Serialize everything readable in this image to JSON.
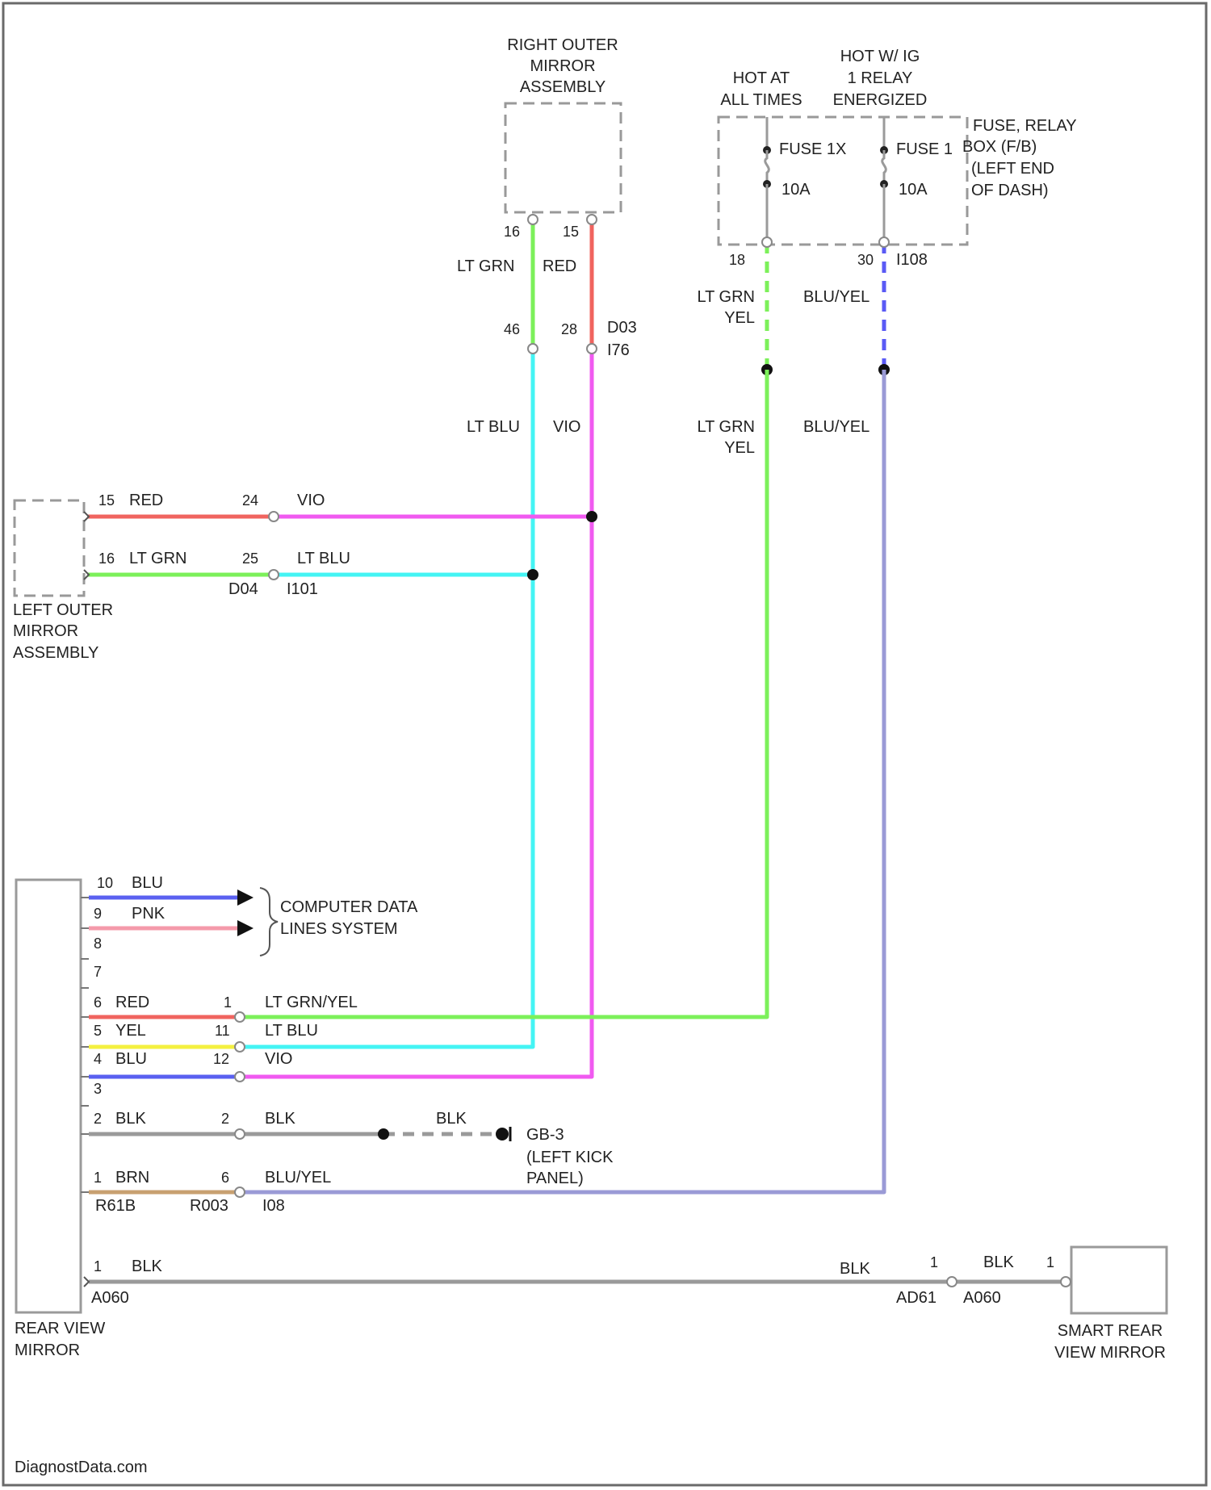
{
  "components": {
    "right_mirror": [
      "RIGHT OUTER",
      "MIRROR",
      "ASSEMBLY"
    ],
    "left_mirror": [
      "LEFT OUTER",
      "MIRROR",
      "ASSEMBLY"
    ],
    "rear_view_mirror": [
      "REAR VIEW",
      "MIRROR"
    ],
    "smart_mirror": [
      "SMART REAR",
      "VIEW MIRROR"
    ],
    "fuse_box": [
      "FUSE, RELAY",
      "BOX (F/B)",
      "(LEFT END",
      "OF DASH)"
    ],
    "hot_at_all_times": [
      "HOT AT",
      "ALL TIMES"
    ],
    "hot_ig": [
      "HOT W/ IG",
      "1 RELAY",
      "ENERGIZED"
    ]
  },
  "fuses": {
    "fuse_a_name": "FUSE 1X",
    "fuse_a_rating": "10A",
    "fuse_b_name": "FUSE 1",
    "fuse_b_rating": "10A"
  },
  "pins": {
    "right_mirror_a": "16",
    "right_mirror_b": "15",
    "conn_mid_a": "46",
    "conn_mid_b": "28",
    "fuse_out_a": "18",
    "fuse_out_b": "30",
    "left_mirror_a": "15",
    "left_mirror_b": "16",
    "left_conn_a": "24",
    "left_conn_b": "25",
    "rv_10": "10",
    "rv_9": "9",
    "rv_8": "8",
    "rv_7": "7",
    "rv_6": "6",
    "rv_5": "5",
    "rv_4": "4",
    "rv_3": "3",
    "rv_2": "2",
    "rv_1": "1",
    "rv_conn_6": "1",
    "rv_conn_5": "11",
    "rv_conn_4": "12",
    "rv_conn_2": "2",
    "rv_conn_1": "6",
    "rv_lower_1": "1",
    "smart_conn_a": "1",
    "smart_conn_b": "1"
  },
  "connectors": {
    "mid_a": "D03",
    "mid_b": "I76",
    "fuse": "I108",
    "left_a": "D04",
    "left_b": "I101",
    "rv_left": "R61B",
    "rv_right": "R003",
    "rv_right2": "I08",
    "lower_left": "A060",
    "lower_mid": "AD61",
    "lower_right": "A060"
  },
  "wires": {
    "right_mirror_a": "LT GRN",
    "right_mirror_b": "RED",
    "mid_a": "LT BLU",
    "mid_b": "VIO",
    "fuse_a_upper": [
      "LT GRN",
      "YEL"
    ],
    "fuse_b_upper": "BLU/YEL",
    "fuse_a_lower": [
      "LT GRN",
      "YEL"
    ],
    "fuse_b_lower": "BLU/YEL",
    "left_a_in": "RED",
    "left_a_out": "VIO",
    "left_b_in": "LT GRN",
    "left_b_out": "LT BLU",
    "rv_10": "BLU",
    "rv_9": "PNK",
    "rv_6": "RED",
    "rv_5": "YEL",
    "rv_4": "BLU",
    "rv_2": "BLK",
    "rv_1": "BRN",
    "rv_out_6": "LT GRN/YEL",
    "rv_out_5": "LT BLU",
    "rv_out_4": "VIO",
    "rv_out_2": "BLK",
    "ground_wire": "BLK",
    "rv_out_1": "BLU/YEL",
    "lower_a": "BLK",
    "lower_b": "BLK",
    "lower_c": "BLK"
  },
  "labels": {
    "data_lines": [
      "COMPUTER DATA",
      "LINES SYSTEM"
    ],
    "ground": "GB-3",
    "ground_loc": [
      "(LEFT KICK",
      "PANEL)"
    ],
    "watermark": "DiagnostData.com"
  },
  "colors": {
    "lt_grn": "#7CF05A",
    "red": "#F0645F",
    "lt_blu": "#44F4F4",
    "vio": "#F05AF0",
    "blu_yel": "#9A9AD6",
    "blu_yel_dash": "#5A5AF5",
    "blu": "#5A60F0",
    "pnk": "#F49AAA",
    "yel": "#F4F040",
    "blk": "#9A9A9A",
    "brn": "#C8A070",
    "dashed_box": "#9A9A9A"
  }
}
